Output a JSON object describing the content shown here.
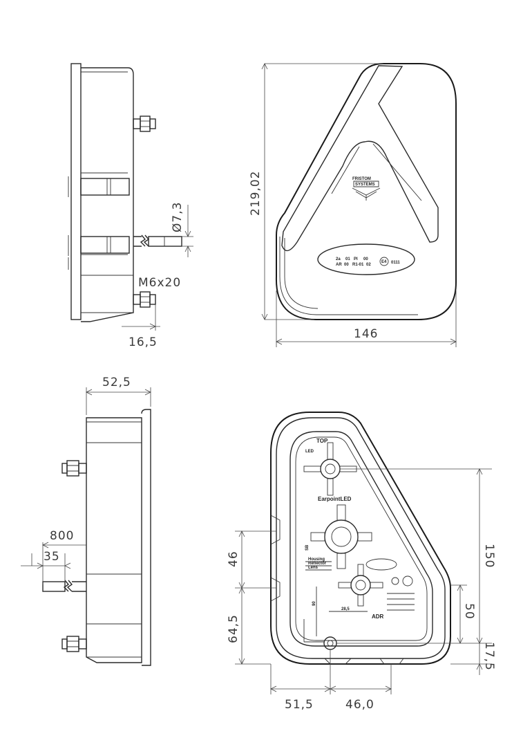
{
  "dimensions": {
    "diameter": "Ø7,3",
    "bolt": "M6x20",
    "bolt_offset": "16,5",
    "height": "219,02",
    "width": "146",
    "depth": "52,5",
    "cable_length": "800",
    "cable_strip": "35",
    "mount_spacing": "46",
    "mount_height": "64,5",
    "base_left": "51,5",
    "base_right": "46,0",
    "hole_vertical": "150",
    "lower_vertical": "50",
    "bottom_offset": "17,5"
  },
  "front_label": {
    "line1_a": "2a",
    "line1_b": "01",
    "line1_c": "PI",
    "line1_d": "00",
    "line2_a": "AR",
    "line2_b": "00",
    "line2_c": "R1-01",
    "line2_d": "02",
    "approval": "E4",
    "approval_no": "0111",
    "brand": "FRISTOM",
    "brand_sub": "SYSTEMS"
  },
  "back_labels": {
    "top": "TOP",
    "mark": "LED",
    "model": "EarpointLED",
    "inner_dim": "28,5",
    "side_dim": "90",
    "side_dim2": "SB",
    "adr": "ADR",
    "housing": "Housing",
    "reflector": "Reflector",
    "lens": "Lens"
  }
}
